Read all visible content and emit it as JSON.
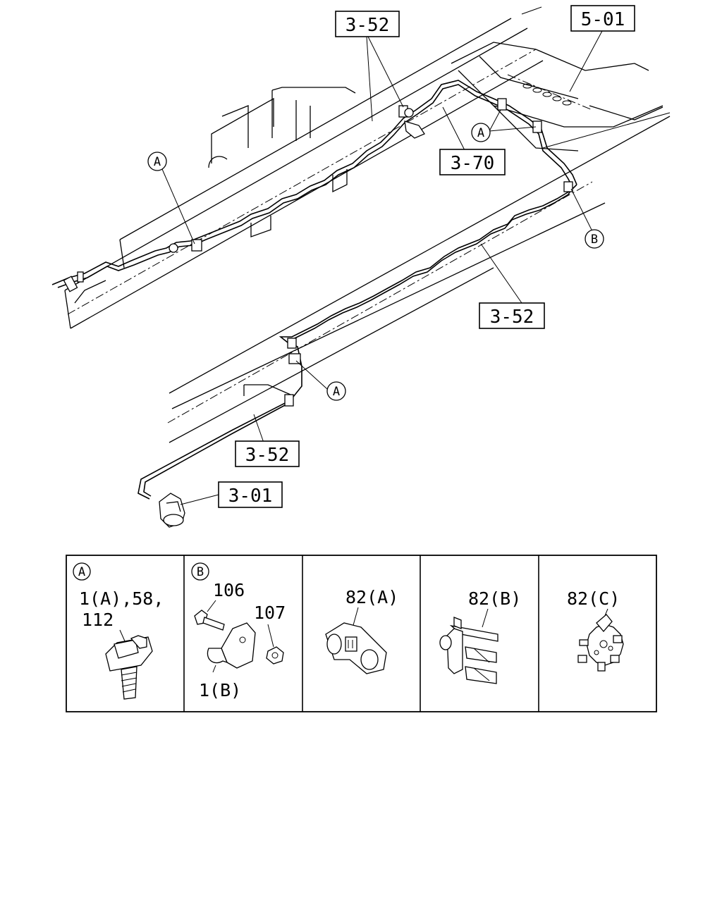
{
  "diagram": {
    "reference_labels": {
      "ref_3_52_top": "3-52",
      "ref_5_01": "5-01",
      "ref_3_70": "3-70",
      "ref_3_52_mid": "3-52",
      "ref_3_52_low": "3-52",
      "ref_3_01": "3-01"
    },
    "callouts": {
      "a_left": "A",
      "a_right": "A",
      "b_right": "B",
      "a_lower": "A"
    }
  },
  "parts_table": {
    "cells": [
      {
        "marker": "A",
        "labels": [
          "1(A),58,",
          "112"
        ]
      },
      {
        "marker": "B",
        "labels": [
          "106",
          "107",
          "1(B)"
        ]
      },
      {
        "marker": "",
        "labels": [
          "82(A)"
        ]
      },
      {
        "marker": "",
        "labels": [
          "82(B)"
        ]
      },
      {
        "marker": "",
        "labels": [
          "82(C)"
        ]
      }
    ]
  }
}
